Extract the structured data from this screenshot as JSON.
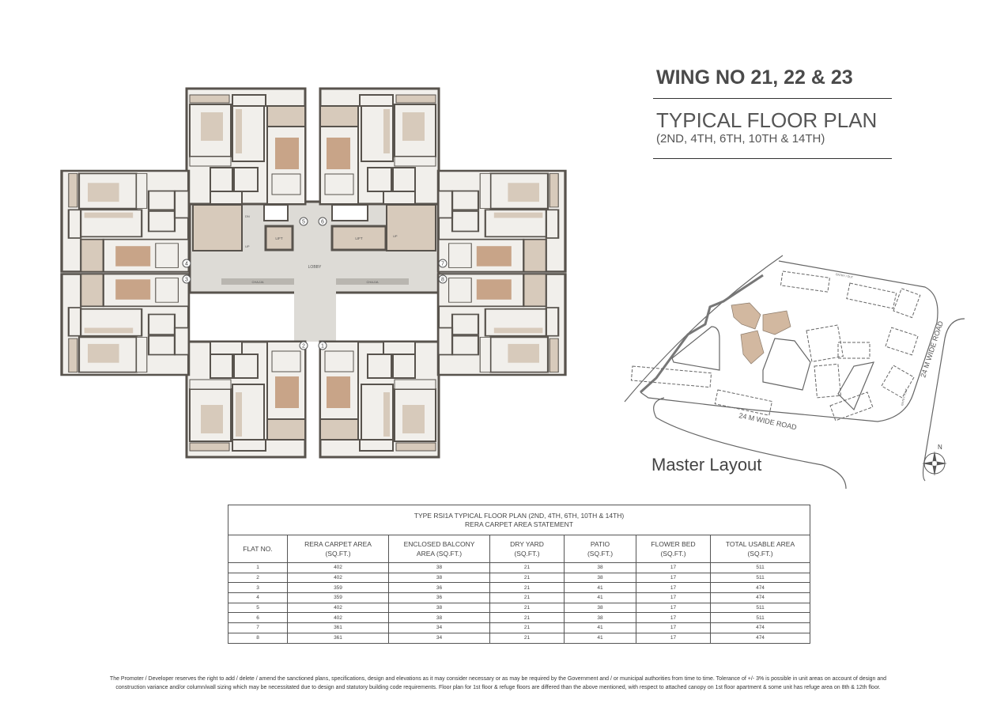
{
  "header": {
    "wing_title": "WING NO 21, 22 & 23",
    "plan_title": "TYPICAL FLOOR PLAN",
    "floors": "(2ND, 4TH, 6TH, 10TH & 14TH)"
  },
  "floor_plan": {
    "flat_numbers": [
      "1",
      "2",
      "3",
      "4",
      "5",
      "6",
      "7",
      "8"
    ],
    "lobby_label": "LOBBY",
    "lift_label": "LIFT",
    "chajja_label": "CHAJJA",
    "up_label": "UP",
    "dn_label": "DN",
    "colors": {
      "wall": "#58534d",
      "floor": "#f1efeb",
      "tan": "#d7cabb",
      "carpet": "#c8a488",
      "core": "#dddbd6"
    }
  },
  "master_layout": {
    "label": "Master Layout",
    "road_bottom": "24 M WIDE ROAD",
    "road_right": "24 M WIDE ROAD",
    "entry_top": "ENTRY / OUT",
    "entry_right": "ENTRY / OUT",
    "north": "N",
    "highlight_color": "#d2b8a0"
  },
  "table": {
    "caption_line1": "TYPE RSI1A TYPICAL FLOOR PLAN (2ND, 4TH, 6TH, 10TH & 14TH)",
    "caption_line2": "RERA CARPET AREA STATEMENT",
    "columns": [
      {
        "l1": "FLAT NO.",
        "l2": ""
      },
      {
        "l1": "RERA CARPET AREA",
        "l2": "(SQ.FT.)"
      },
      {
        "l1": "ENCLOSED BALCONY",
        "l2": "AREA (SQ.FT.)"
      },
      {
        "l1": "DRY YARD",
        "l2": "(SQ.FT.)"
      },
      {
        "l1": "PATIO",
        "l2": "(SQ.FT.)"
      },
      {
        "l1": "FLOWER BED",
        "l2": "(SQ.FT.)"
      },
      {
        "l1": "TOTAL USABLE AREA",
        "l2": "(SQ.FT.)"
      }
    ],
    "rows": [
      [
        "1",
        "402",
        "38",
        "21",
        "38",
        "17",
        "511"
      ],
      [
        "2",
        "402",
        "38",
        "21",
        "38",
        "17",
        "511"
      ],
      [
        "3",
        "359",
        "36",
        "21",
        "41",
        "17",
        "474"
      ],
      [
        "4",
        "359",
        "36",
        "21",
        "41",
        "17",
        "474"
      ],
      [
        "5",
        "402",
        "38",
        "21",
        "38",
        "17",
        "511"
      ],
      [
        "6",
        "402",
        "38",
        "21",
        "38",
        "17",
        "511"
      ],
      [
        "7",
        "361",
        "34",
        "21",
        "41",
        "17",
        "474"
      ],
      [
        "8",
        "361",
        "34",
        "21",
        "41",
        "17",
        "474"
      ]
    ]
  },
  "disclaimer": {
    "line1": "The Promoter / Developer reserves the right to add / delete / amend the sanctioned plans, specifications, design and elevations as it may consider necessary or as may be required by the Government and / or municipal authorities from time to time. Tolerance of +/- 3% is possible in unit areas on account of design and",
    "line2": "construction variance and/or column/wall sizing which may be necessitated due to design and statutory building code requirements.  Floor plan for 1st floor & refuge floors are differed than the above mentioned, with respect to attached canopy on 1st floor apartment & some unit has refuge area on 8th & 12th floor."
  }
}
